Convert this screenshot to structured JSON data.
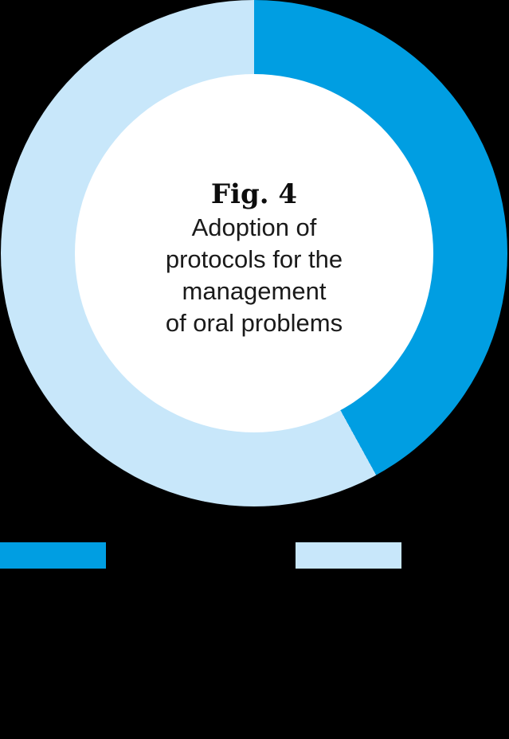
{
  "figure": {
    "fig_label": "Fig. 4",
    "title_lines": [
      "Adoption of",
      "protocols for the",
      "management",
      "of oral problems"
    ]
  },
  "chart_data": {
    "type": "pie",
    "subtype": "donut",
    "title": "Fig. 4 Adoption of protocols for the management of oral problems",
    "segments": [
      {
        "label": "",
        "value_pct": 42,
        "color": "#009EE2"
      },
      {
        "label": "",
        "value_pct": 58,
        "color": "#C8E7FA"
      }
    ],
    "start_angle_deg": 0,
    "direction": "clockwise",
    "inner_radius_ratio": 0.71,
    "legend": {
      "position": "bottom",
      "labels_visible": false,
      "swatch_colors": [
        "#009EE2",
        "#C8E7FA"
      ]
    }
  },
  "colors": {
    "background": "#000000",
    "hole": "#FFFFFF",
    "text": "#111111"
  }
}
